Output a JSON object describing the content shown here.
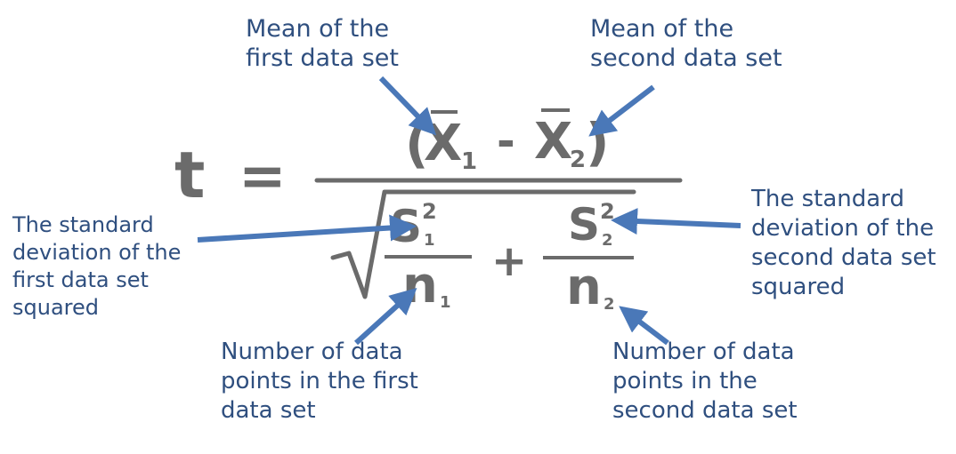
{
  "equation": {
    "lhs": "t",
    "equals": "=",
    "open_paren": "(",
    "x": "X",
    "sub_1": "1",
    "minus": "-",
    "sub_2": "2",
    "close_paren": ")",
    "s": "S",
    "sup_2": "2",
    "n": "n",
    "plus": "+"
  },
  "labels": {
    "mean_first": "Mean of the\nfirst data set",
    "mean_second": "Mean of the\nsecond data set",
    "sd_first": "The standard\ndeviation of the\nfirst data set\nsquared",
    "sd_second": "The standard\ndeviation of the\nsecond data set\nsquared",
    "n_first": "Number of data\npoints in the first\ndata set",
    "n_second": "Number of data\npoints in the\nsecond data set"
  },
  "colors": {
    "label": "#2f4f7f",
    "arrow": "#4a78b8",
    "equation": "#6b6b6b"
  }
}
